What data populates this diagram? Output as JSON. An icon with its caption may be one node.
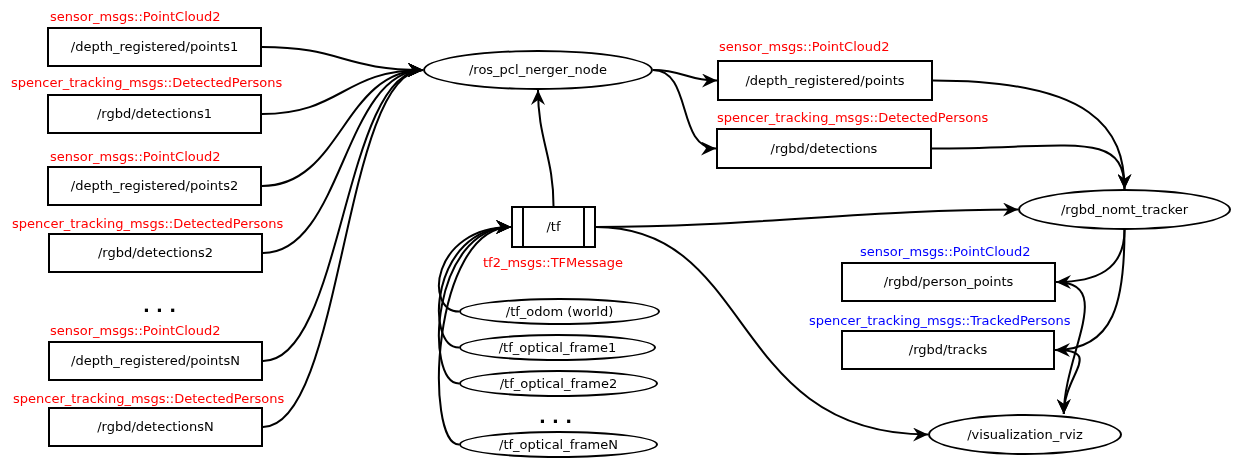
{
  "diagram": {
    "nodes": [
      {
        "text": [
          "/depth_registered/points1"
        ],
        "beside": [
          "sensor_msgs::PointCloud2"
        ]
      },
      {
        "text": [
          "/rgbd/detections1"
        ],
        "beside": [
          "spencer_tracking_msgs::DetectedPersons"
        ]
      },
      {
        "text": [
          "/depth_registered/points2"
        ],
        "beside": [
          "sensor_msgs::PointCloud2"
        ]
      },
      {
        "text": [
          "/rgbd/detections2"
        ],
        "beside": [
          "spencer_tracking_msgs::DetectedPersons"
        ]
      },
      {
        "text": [
          "/depth_registered/pointsN"
        ],
        "beside": [
          "sensor_msgs::PointCloud2"
        ]
      },
      {
        "text": [
          "/rgbd/detectionsN"
        ],
        "beside": [
          "spencer_tracking_msgs::DetectedPersons"
        ]
      },
      {
        "text": [
          "/ros_pcl_nerger_node"
        ]
      },
      {
        "text": [
          "/depth_registered/points"
        ],
        "beside": [
          "sensor_msgs::PointCloud2"
        ]
      },
      {
        "text": [
          "/rgbd/detections"
        ],
        "beside": [
          "spencer_tracking_msgs::DetectedPersons"
        ]
      },
      {
        "text": [
          "/tf"
        ],
        "beside": [
          "tf2_msgs::TFMessage"
        ]
      },
      {
        "text": [
          "/tf_odom (world)"
        ]
      },
      {
        "text": [
          "/tf_optical_frame1"
        ]
      },
      {
        "text": [
          "/tf_optical_frame2"
        ]
      },
      {
        "text": [
          "/tf_optical_frameN"
        ]
      },
      {
        "text": [
          "/rgbd_nomt_tracker"
        ]
      },
      {
        "text": [
          "/rgbd/person_points"
        ],
        "beside": [
          "sensor_msgs::PointCloud2"
        ]
      },
      {
        "text": [
          "/rgbd/tracks"
        ],
        "beside": [
          "spencer_tracking_msgs::TrackedPersons"
        ]
      },
      {
        "text": [
          "/visualization_rviz"
        ]
      }
    ],
    "edges": [
      {
        "from": 0,
        "to": 6,
        "arrow": "to"
      },
      {
        "from": 1,
        "to": 6,
        "arrow": "to"
      },
      {
        "from": 2,
        "to": 6,
        "arrow": "to"
      },
      {
        "from": 3,
        "to": 6,
        "arrow": "to"
      },
      {
        "from": 4,
        "to": 6,
        "arrow": "to"
      },
      {
        "from": 5,
        "to": 6,
        "arrow": "to"
      },
      {
        "from": 6,
        "to": 7,
        "arrow": "to"
      },
      {
        "from": 6,
        "to": 8,
        "arrow": "to"
      },
      {
        "from": 9,
        "to": 6,
        "arrow": "to"
      },
      {
        "from": 10,
        "to": 9,
        "arrow": "to"
      },
      {
        "from": 11,
        "to": 9,
        "arrow": "to"
      },
      {
        "from": 12,
        "to": 9,
        "arrow": "to"
      },
      {
        "from": 13,
        "to": 9,
        "arrow": "to"
      },
      {
        "from": 7,
        "to": 14,
        "arrow": "to"
      },
      {
        "from": 8,
        "to": 14,
        "arrow": "to"
      },
      {
        "from": 9,
        "to": 14,
        "arrow": "to"
      },
      {
        "from": 9,
        "to": 17,
        "arrow": "to"
      },
      {
        "from": 14,
        "to": 15,
        "arrow": "to"
      },
      {
        "from": 14,
        "to": 16,
        "arrow": "to"
      },
      {
        "from": 15,
        "to": 17,
        "arrow": "to"
      },
      {
        "from": 16,
        "to": 17,
        "arrow": "to"
      }
    ],
    "labels": [
      ". . .",
      ". . ."
    ]
  }
}
